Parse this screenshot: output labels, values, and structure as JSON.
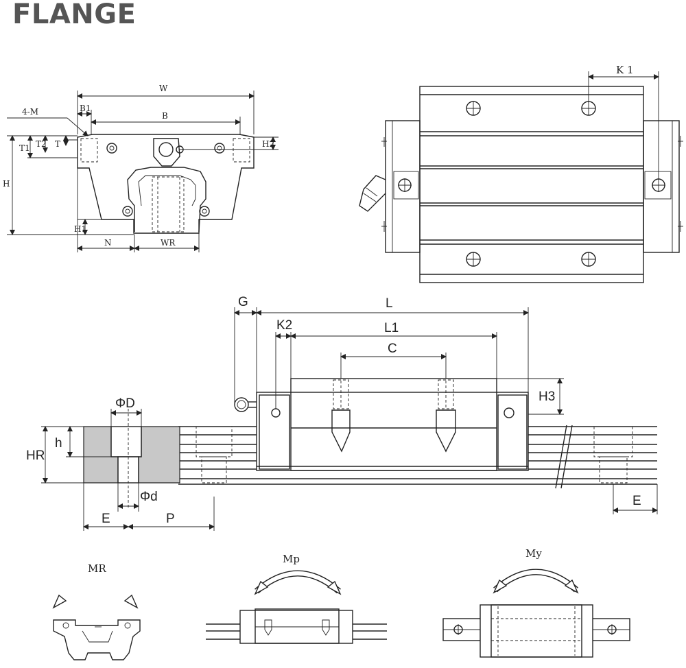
{
  "title": "FLANGE",
  "front_view": {
    "labels": {
      "w": "W",
      "b1": "B1",
      "m": "4-M",
      "b": "B",
      "t": "T",
      "t1": "T1",
      "t2": "T2",
      "h": "H",
      "h2": "H2",
      "h1": "H1",
      "n": "N",
      "wr": "WR"
    }
  },
  "top_view": {
    "labels": {
      "k1": "K 1"
    }
  },
  "side_view": {
    "labels": {
      "g": "G",
      "l": "L",
      "k2": "K2",
      "l1": "L1",
      "c": "C",
      "h3": "H3",
      "e_right": "E"
    }
  },
  "rail_section": {
    "labels": {
      "phi_d_big": "ΦD",
      "h_small": "h",
      "hr": "HR",
      "phi_d_small": "Φd",
      "e": "E",
      "p": "P"
    }
  },
  "moments": [
    {
      "label": "MR"
    },
    {
      "label": "Mp"
    },
    {
      "label": "My"
    }
  ]
}
